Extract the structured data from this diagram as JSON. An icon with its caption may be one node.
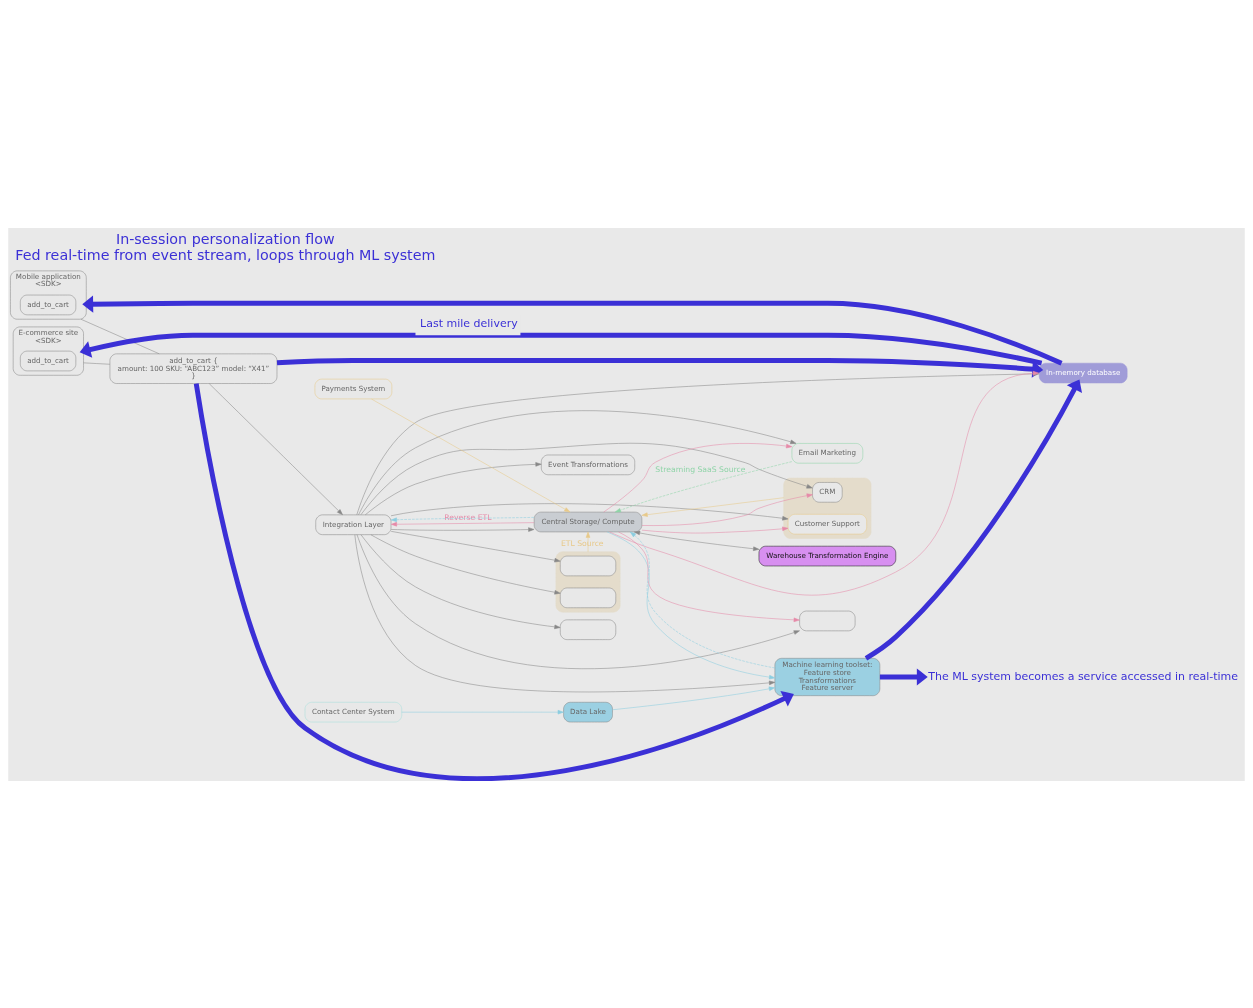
{
  "diagram": {
    "title": "In-session personalization flow",
    "caption": "Fed real-time from event stream, loops through ML system",
    "nodes": [
      {
        "text": [
          "E-commerce site",
          "<SDK>"
        ]
      },
      {
        "text": [
          "add_to_cart"
        ],
        "in": 0
      },
      {
        "text": [
          "Mobile application",
          "<SDK>"
        ]
      },
      {
        "text": [
          "add_to_cart"
        ],
        "in": 2
      },
      {
        "text": [
          "add_to_cart {",
          "amount: 100 SKU: “ABC123” model: “X41”",
          "}"
        ]
      },
      {
        "text": [
          "Event Transformations"
        ]
      },
      {
        "text": [
          "Integration Layer"
        ]
      },
      {
        "text": [
          "Central Storage/ Compute"
        ]
      },
      {
        "text": [
          "Payments System"
        ]
      },
      {
        "text": [
          "Contact Center System"
        ]
      },
      {
        "text": [
          "Data Lake"
        ]
      },
      {
        "text": [
          "Machine learning toolset:",
          "Feature store",
          "Transformations",
          "Feature server"
        ]
      },
      {
        "text": [
          "Warehouse Transformation Engine"
        ]
      },
      {
        "text": [],
        "shape": "box"
      },
      {
        "text": [],
        "shape": "box",
        "in": 13
      },
      {
        "text": [],
        "shape": "box",
        "in": 13
      },
      {
        "text": [],
        "shape": "box"
      },
      {
        "text": [],
        "shape": "box"
      },
      {
        "text": [
          "Email Marketing"
        ]
      },
      {
        "text": [],
        "shape": "box"
      },
      {
        "text": [
          "CRM"
        ],
        "in": 19
      },
      {
        "text": [
          "Customer Support"
        ],
        "in": 19
      },
      {
        "text": [
          "In-memory database"
        ]
      },
      {
        "text": [
          "The ML system becomes a service accessed in real-time"
        ]
      }
    ],
    "edges": [
      {
        "from": 0,
        "to": 4,
        "arrow": "none"
      },
      {
        "from": 2,
        "to": 4,
        "arrow": "none"
      },
      {
        "from": 4,
        "to": 6,
        "arrow": "to"
      },
      {
        "from": 6,
        "to": 5,
        "arrow": "to"
      },
      {
        "from": 6,
        "to": 7,
        "arrow": "to"
      },
      {
        "from": 7,
        "to": 6,
        "arrow": "to",
        "label": "Reverse ETL",
        "color": "#e68aa8"
      },
      {
        "from": 7,
        "to": 6,
        "arrow": "to",
        "style": "dashed",
        "color": "#8ccde0"
      },
      {
        "from": 6,
        "to": 14,
        "arrow": "to"
      },
      {
        "from": 6,
        "to": 15,
        "arrow": "to"
      },
      {
        "from": 6,
        "to": 16,
        "arrow": "to"
      },
      {
        "from": 6,
        "to": 17,
        "arrow": "to"
      },
      {
        "from": 6,
        "to": 18,
        "arrow": "to"
      },
      {
        "from": 6,
        "to": 20,
        "arrow": "to"
      },
      {
        "from": 6,
        "to": 21,
        "arrow": "to"
      },
      {
        "from": 6,
        "to": 22,
        "arrow": "to"
      },
      {
        "from": 6,
        "to": 11,
        "arrow": "to"
      },
      {
        "from": 7,
        "to": 17,
        "arrow": "to",
        "color": "#e68aa8"
      },
      {
        "from": 7,
        "to": 18,
        "arrow": "to",
        "color": "#e68aa8"
      },
      {
        "from": 7,
        "to": 20,
        "arrow": "to",
        "color": "#e68aa8"
      },
      {
        "from": 7,
        "to": 21,
        "arrow": "to",
        "color": "#e68aa8"
      },
      {
        "from": 7,
        "to": 22,
        "arrow": "to",
        "color": "#e68aa8"
      },
      {
        "from": 7,
        "to": 12,
        "arrow": "both"
      },
      {
        "from": 8,
        "to": 7,
        "arrow": "to",
        "color": "#e8c98a"
      },
      {
        "from": 13,
        "to": 7,
        "arrow": "to",
        "label": "ETL Source",
        "color": "#e8c98a"
      },
      {
        "from": 19,
        "to": 7,
        "arrow": "to",
        "color": "#e8c98a"
      },
      {
        "from": 18,
        "to": 7,
        "arrow": "to",
        "label": "Streaming SaaS Source",
        "style": "dashed",
        "color": "#8fd4a8"
      },
      {
        "from": 7,
        "to": 11,
        "arrow": "to",
        "color": "#8ccde0"
      },
      {
        "from": 11,
        "to": 7,
        "arrow": "to",
        "style": "dashed",
        "color": "#8ccde0"
      },
      {
        "from": 9,
        "to": 10,
        "arrow": "to",
        "color": "#8ccde0"
      },
      {
        "from": 10,
        "to": 11,
        "arrow": "to",
        "color": "#8ccde0"
      },
      {
        "from": 4,
        "to": 11,
        "arrow": "to",
        "style": "thick",
        "color": "#3b30d6"
      },
      {
        "from": 4,
        "to": 22,
        "arrow": "to",
        "style": "thick",
        "color": "#3b30d6"
      },
      {
        "from": 11,
        "to": 23,
        "arrow": "to",
        "style": "thick",
        "color": "#3b30d6"
      },
      {
        "from": 11,
        "to": 22,
        "arrow": "to",
        "style": "thick",
        "color": "#3b30d6"
      },
      {
        "from": 22,
        "to": 0,
        "arrow": "to",
        "label": "Last mile delivery",
        "style": "thick",
        "color": "#3b30d6"
      },
      {
        "from": 22,
        "to": 2,
        "arrow": "to",
        "style": "thick",
        "color": "#3b30d6"
      }
    ]
  }
}
